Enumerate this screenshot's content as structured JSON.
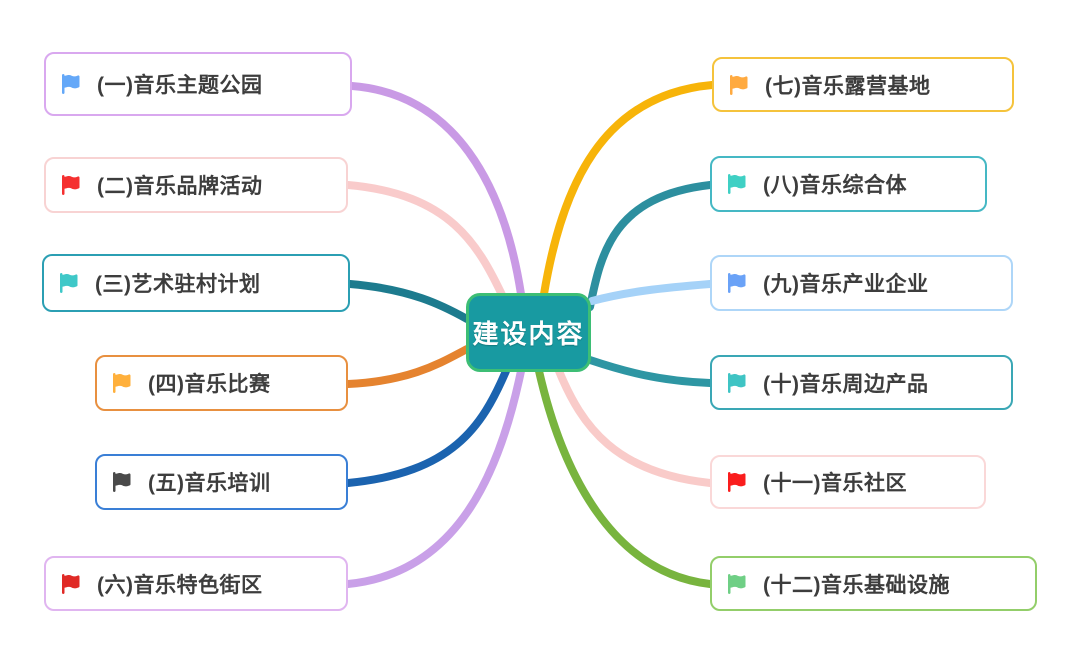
{
  "center": {
    "label": "建设内容",
    "fill": "#189aa1",
    "border_color": "#3dbe75",
    "text_color": "#ffffff"
  },
  "branches": [
    {
      "label": "(一)音乐主题公园",
      "flag_icon": "flag-icon",
      "flag_color": "#64a8f8",
      "border_color": "#d9a8ef",
      "line_color": "#c99ae5"
    },
    {
      "label": "(二)音乐品牌活动",
      "flag_icon": "flag-icon",
      "flag_color": "#f53030",
      "border_color": "#f8d3d3",
      "line_color": "#f9cbcb"
    },
    {
      "label": "(三)艺术驻村计划",
      "flag_icon": "flag-icon",
      "flag_color": "#3fc8c8",
      "border_color": "#2b9fb3",
      "line_color": "#1d7b8e"
    },
    {
      "label": "(四)音乐比赛",
      "flag_icon": "flag-icon",
      "flag_color": "#ffb03c",
      "border_color": "#e89040",
      "line_color": "#e5832f"
    },
    {
      "label": "(五)音乐培训",
      "flag_icon": "flag-icon",
      "flag_color": "#4a4a4a",
      "border_color": "#3a7fd6",
      "line_color": "#1b63af"
    },
    {
      "label": "(六)音乐特色街区",
      "flag_icon": "flag-icon",
      "flag_color": "#e02a26",
      "border_color": "#e0b5f0",
      "line_color": "#c9a0e8"
    },
    {
      "label": "(七)音乐露营基地",
      "flag_icon": "flag-icon",
      "flag_color": "#ffaa40",
      "border_color": "#f5c33c",
      "line_color": "#f7b409"
    },
    {
      "label": "(八)音乐综合体",
      "flag_icon": "flag-icon",
      "flag_color": "#3fd0c4",
      "border_color": "#45b8c4",
      "line_color": "#2d8f9f"
    },
    {
      "label": "(九)音乐产业企业",
      "flag_icon": "flag-icon",
      "flag_color": "#6aa2f7",
      "border_color": "#aed6f8",
      "line_color": "#a5d2f8"
    },
    {
      "label": "(十)音乐周边产品",
      "flag_icon": "flag-icon",
      "flag_color": "#3fc4c4",
      "border_color": "#3aa7b5",
      "line_color": "#2e96a3"
    },
    {
      "label": "(十一)音乐社区",
      "flag_icon": "flag-icon",
      "flag_color": "#fa1d1d",
      "border_color": "#fad8d8",
      "line_color": "#f9cbc9"
    },
    {
      "label": "(十二)音乐基础设施",
      "flag_icon": "flag-icon",
      "flag_color": "#6fcf85",
      "border_color": "#93ce6a",
      "line_color": "#78b43e"
    }
  ]
}
